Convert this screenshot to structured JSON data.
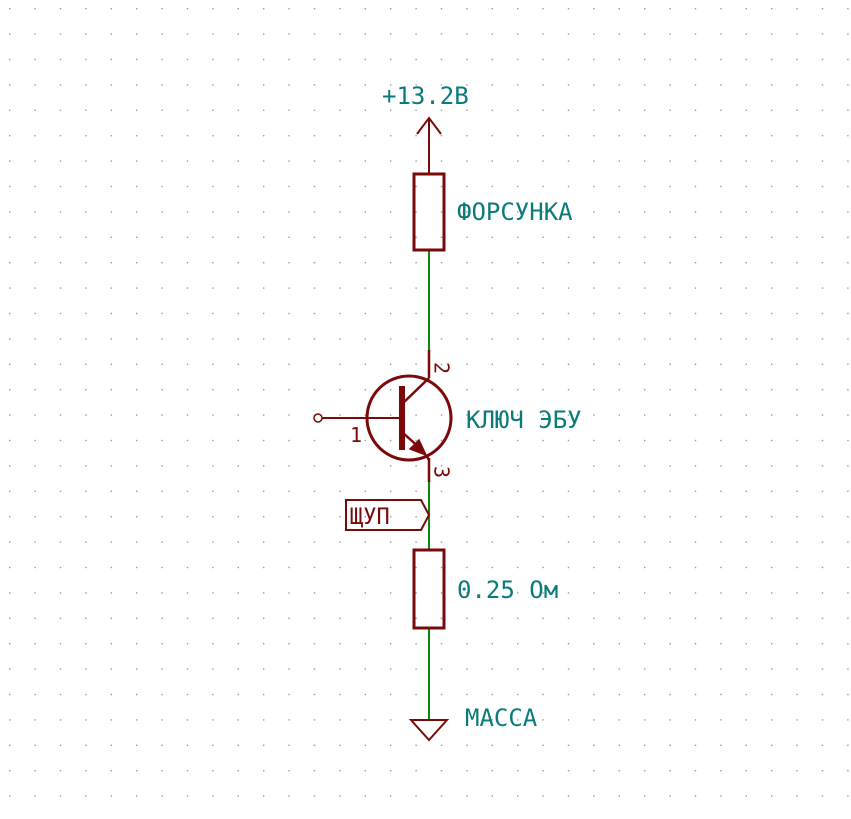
{
  "colors": {
    "background": "#ffffff",
    "grid_dot": "#9a9a9a",
    "component": "#7a0a0a",
    "wire": "#0a8a0a",
    "label": "#0a7a7a"
  },
  "power": {
    "label": "+13.2В"
  },
  "injector": {
    "label": "ФОРСУНКА"
  },
  "transistor": {
    "label": "КЛЮЧ ЭБУ",
    "pin_base": "1",
    "pin_collector": "2",
    "pin_emitter": "3"
  },
  "probe": {
    "label": "ЩУП"
  },
  "shunt": {
    "label": "0.25 Ом"
  },
  "ground": {
    "label": "МАССА"
  }
}
